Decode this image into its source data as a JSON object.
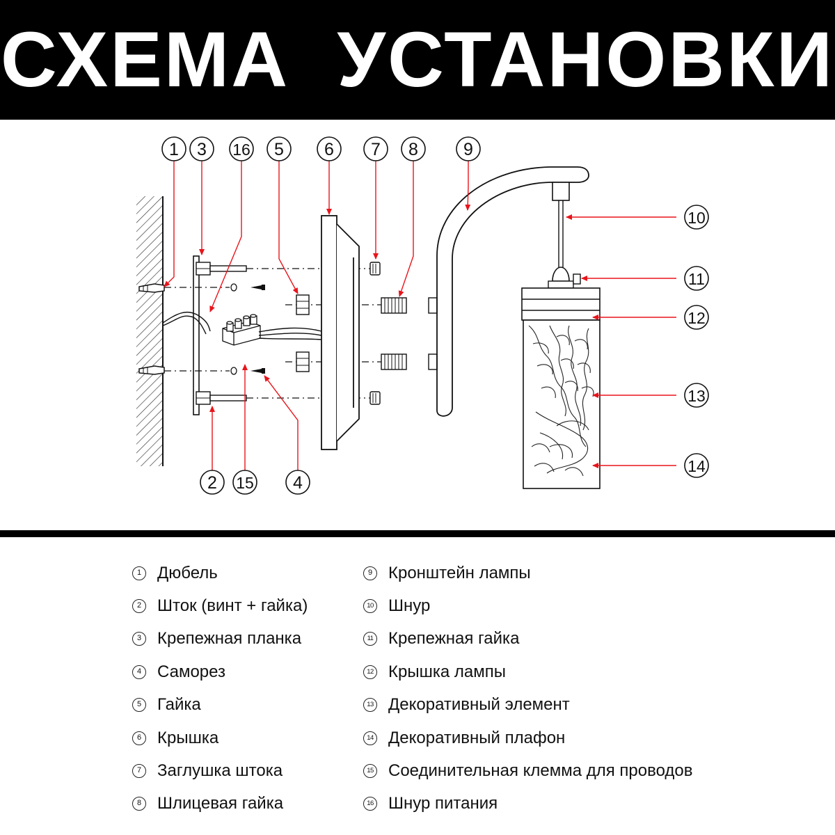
{
  "title": "СХЕМА  УСТАНОВКИ",
  "callouts": [
    "1",
    "3",
    "16",
    "5",
    "6",
    "7",
    "8",
    "9",
    "10",
    "11",
    "12",
    "13",
    "14",
    "2",
    "15",
    "4"
  ],
  "legend": {
    "left": [
      {
        "num": "1",
        "label": "Дюбель"
      },
      {
        "num": "2",
        "label": "Шток (винт + гайка)"
      },
      {
        "num": "3",
        "label": "Крепежная планка"
      },
      {
        "num": "4",
        "label": "Саморез"
      },
      {
        "num": "5",
        "label": "Гайка"
      },
      {
        "num": "6",
        "label": "Крышка"
      },
      {
        "num": "7",
        "label": "Заглушка штока"
      },
      {
        "num": "8",
        "label": "Шлицевая гайка"
      }
    ],
    "right": [
      {
        "num": "9",
        "label": "Кронштейн лампы"
      },
      {
        "num": "10",
        "label": "Шнур"
      },
      {
        "num": "11",
        "label": "Крепежная гайка"
      },
      {
        "num": "12",
        "label": "Крышка лампы"
      },
      {
        "num": "13",
        "label": "Декоративный элемент"
      },
      {
        "num": "14",
        "label": "Декоративный плафон"
      },
      {
        "num": "15",
        "label": "Соединительная клемма для проводов"
      },
      {
        "num": "16",
        "label": "Шнур питания"
      }
    ]
  },
  "colors": {
    "arrow": "#e8141b",
    "ink": "#111111",
    "header": "#000000"
  }
}
